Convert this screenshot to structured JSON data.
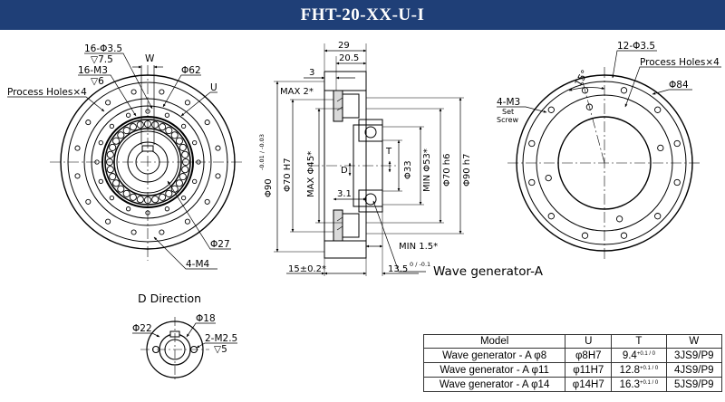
{
  "title": "FHT-20-XX-U-I",
  "front_view": {
    "labels": {
      "holes16": "16-Φ3.5",
      "depth75": "▽7.5",
      "m3": "16-M3",
      "depth6": "▽6",
      "process": "Process Holes×4",
      "w": "W",
      "d62": "Φ62",
      "u": "U",
      "d27": "Φ27",
      "m4": "4-M4"
    }
  },
  "section_view": {
    "labels": {
      "w29": "29",
      "w205": "20.5",
      "d3": "3",
      "max2": "MAX 2*",
      "d90": "Φ90",
      "d90tol": "-0.01 / -0.03",
      "d70h7": "Φ70 H7",
      "max45": "MAX Φ45*",
      "dD": "D",
      "t": "T",
      "d33": "Φ33",
      "min53": "MIN Φ53*",
      "d70h6": "Φ70 h6",
      "d90h7": "Φ90 h7",
      "d31": "3.1",
      "min15": "MIN 1.5*",
      "d15": "15±0.2*",
      "d135": "13.5",
      "d135tol": "0 / -0.1",
      "wg": "Wave generator-A"
    }
  },
  "rear_view": {
    "labels": {
      "holes12": "12-Φ3.5",
      "process": "Process Holes×4",
      "angle": "15°",
      "m3set": "4-M3",
      "set": "Set",
      "screw": "Screw",
      "d84": "Φ84"
    }
  },
  "d_direction": {
    "title": "D Direction",
    "labels": {
      "d22": "Φ22",
      "d18": "Φ18",
      "m25": "2-M2.5",
      "depth5": "▽5"
    }
  },
  "table": {
    "headers": [
      "Model",
      "U",
      "T",
      "W"
    ],
    "rows": [
      {
        "model": "Wave generator - A φ8",
        "u": "φ8H7",
        "t": "9.4",
        "t_tol": "+0.1 / 0",
        "w": "3JS9/P9"
      },
      {
        "model": "Wave generator - A φ11",
        "u": "φ11H7",
        "t": "12.8",
        "t_tol": "+0.1 / 0",
        "w": "4JS9/P9"
      },
      {
        "model": "Wave generator - A φ14",
        "u": "φ14H7",
        "t": "16.3",
        "t_tol": "+0.1 / 0",
        "w": "5JS9/P9"
      }
    ]
  },
  "colors": {
    "title_bar": "#1f3f77",
    "line": "#000000"
  }
}
